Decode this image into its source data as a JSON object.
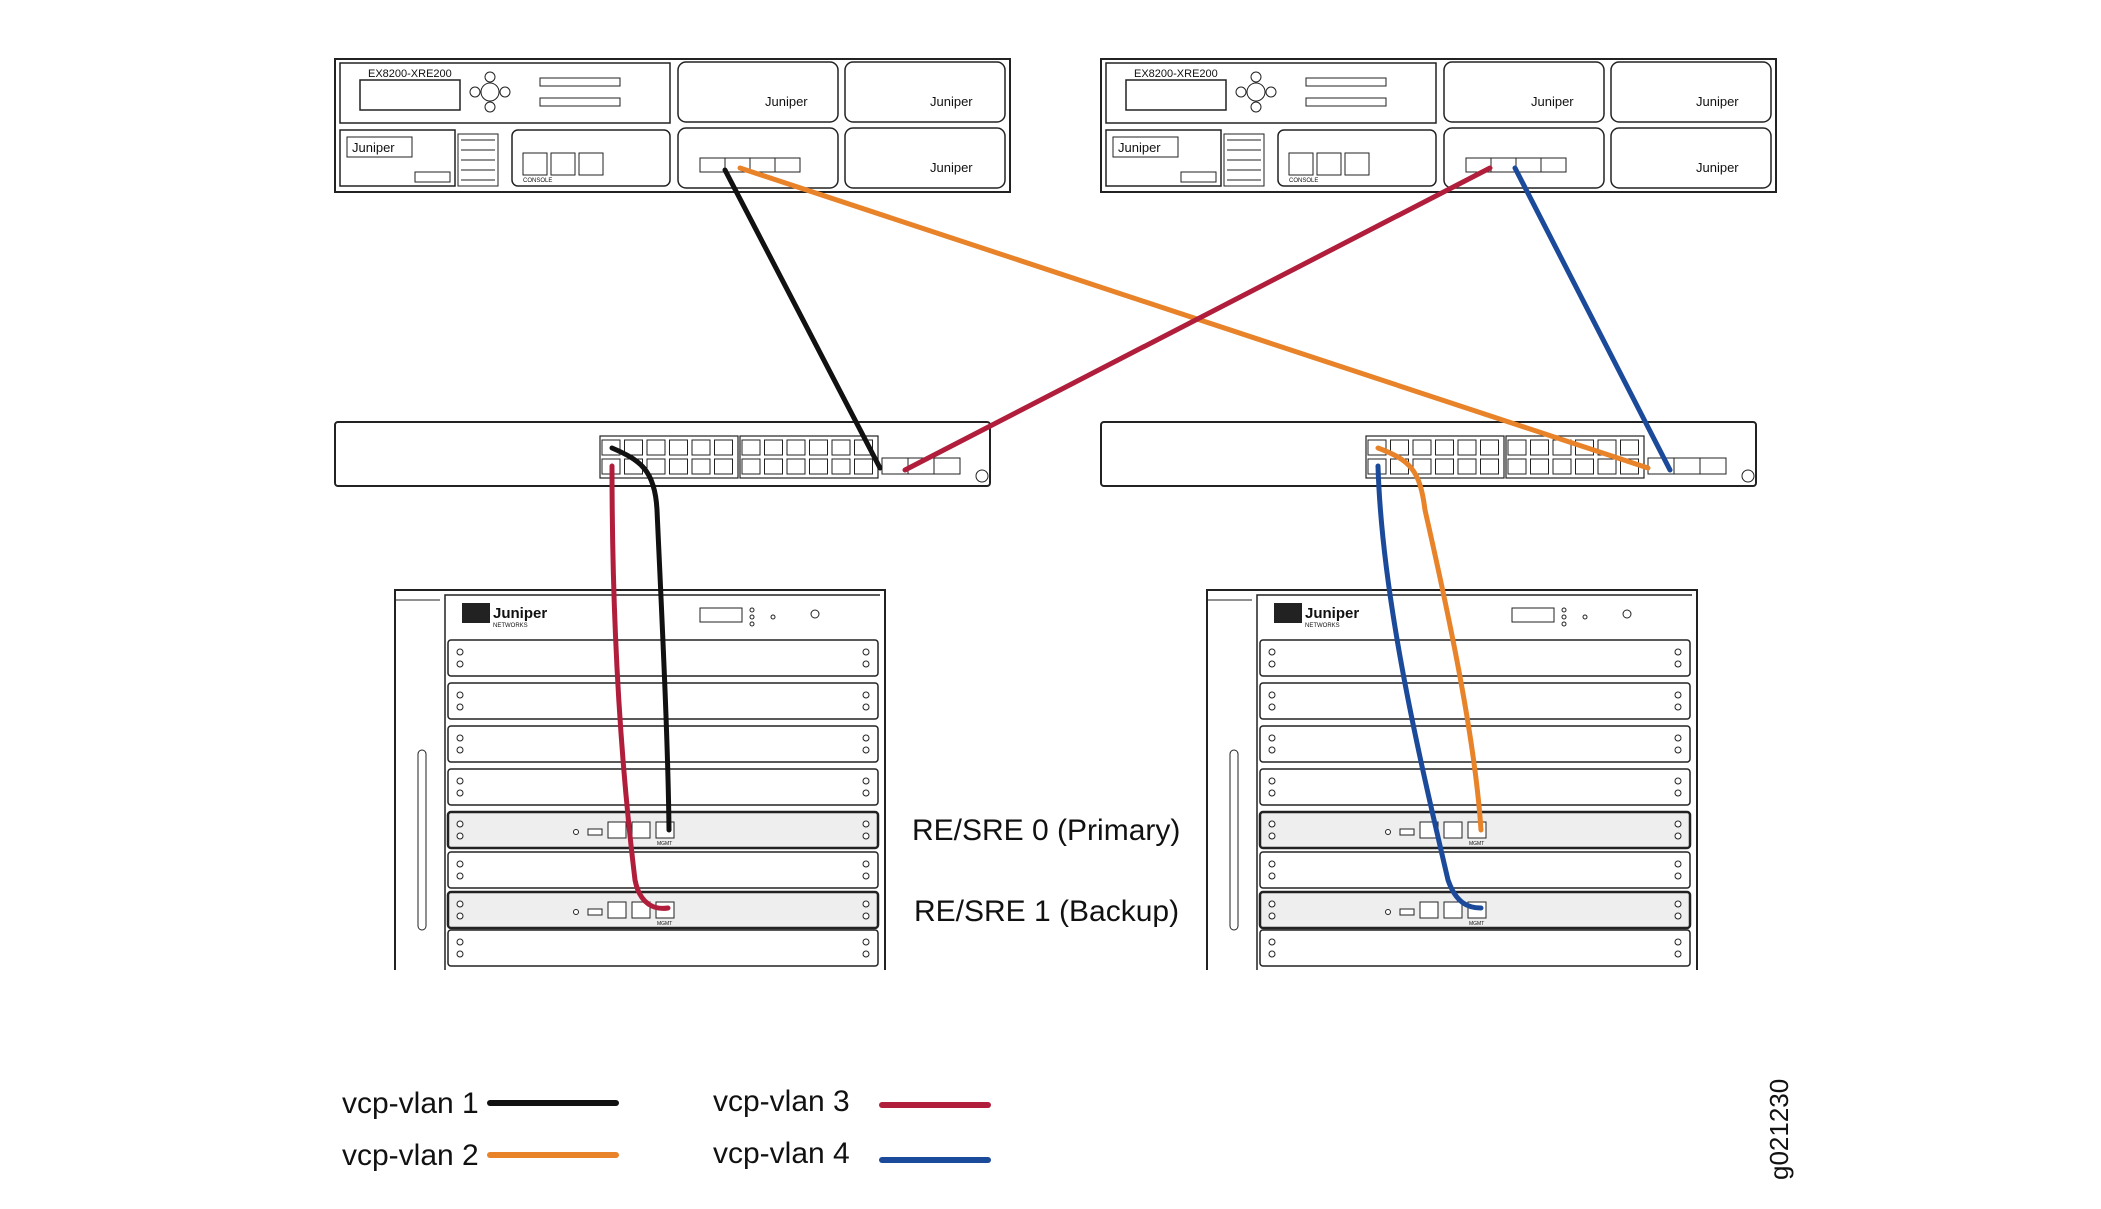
{
  "switches": [
    {
      "model_label": "EX8200-XRE200",
      "brand": "Juniper",
      "card_brand": "Juniper"
    },
    {
      "model_label": "EX8200-XRE200",
      "brand": "Juniper",
      "card_brand": "Juniper"
    }
  ],
  "chassis": [
    {
      "brand": "Juniper",
      "sub_brand": "NETWORKS"
    },
    {
      "brand": "Juniper",
      "sub_brand": "NETWORKS"
    }
  ],
  "re_labels": {
    "primary": "RE/SRE 0 (Primary)",
    "backup": "RE/SRE 1 (Backup)"
  },
  "port_labels": {
    "mgmt": "MGMT",
    "console": "CONSOLE"
  },
  "legend": [
    {
      "label": "vcp-vlan 1",
      "color": "#111111"
    },
    {
      "label": "vcp-vlan 2",
      "color": "#e8832a"
    },
    {
      "label": "vcp-vlan 3",
      "color": "#b01e3c"
    },
    {
      "label": "vcp-vlan 4",
      "color": "#1c4a9a"
    }
  ],
  "figure_id": "g021230",
  "colors": {
    "vlan1": "#111111",
    "vlan2": "#e8832a",
    "vlan3": "#b01e3c",
    "vlan4": "#1c4a9a",
    "outline": "#222222",
    "card_fill": "#eeeeee"
  }
}
